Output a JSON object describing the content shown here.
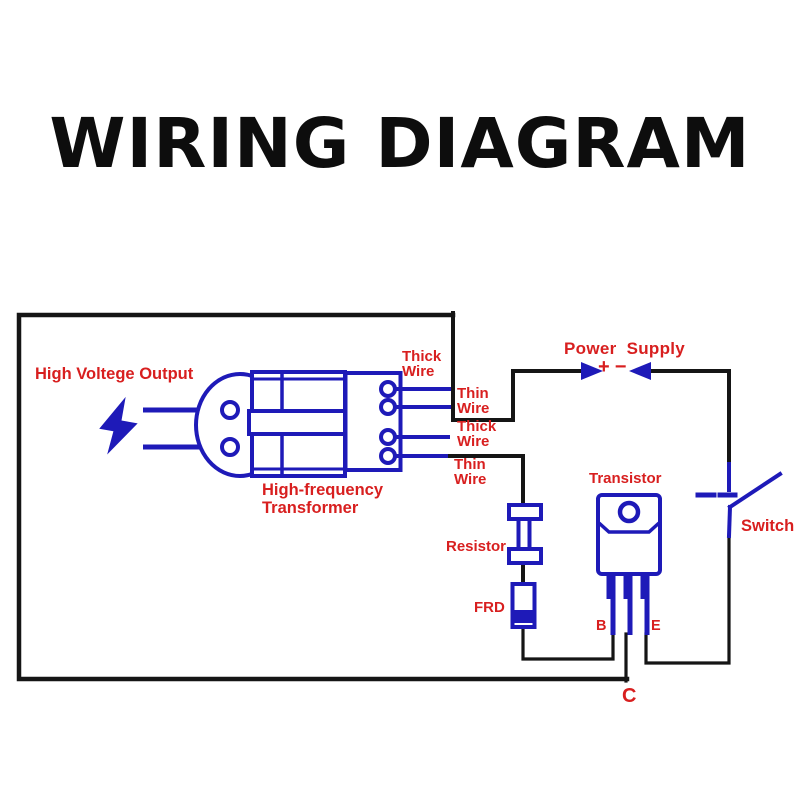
{
  "title": "WIRING DIAGRAM",
  "colors": {
    "component_blue": "#1e1ab8",
    "label_red": "#d81f1f",
    "wire_black": "#151515",
    "background": "#ffffff"
  },
  "labels": {
    "hv_output": "High Voltege Output",
    "transformer": {
      "line1": "High-frequency",
      "line2": "Transformer"
    },
    "wire1": {
      "line1": "Thick",
      "line2": "Wire"
    },
    "wire2": {
      "line1": "Thin",
      "line2": "Wire"
    },
    "wire3": {
      "line1": "Thick",
      "line2": "Wire"
    },
    "wire4": {
      "line1": "Thin",
      "line2": "Wire"
    },
    "power_supply": "Power  Supply",
    "plus": "+",
    "minus": "−",
    "transistor": "Transistor",
    "resistor": "Resistor",
    "frd": "FRD",
    "pin_b": "B",
    "pin_e": "E",
    "pin_c": "C",
    "switch": "Switch"
  }
}
